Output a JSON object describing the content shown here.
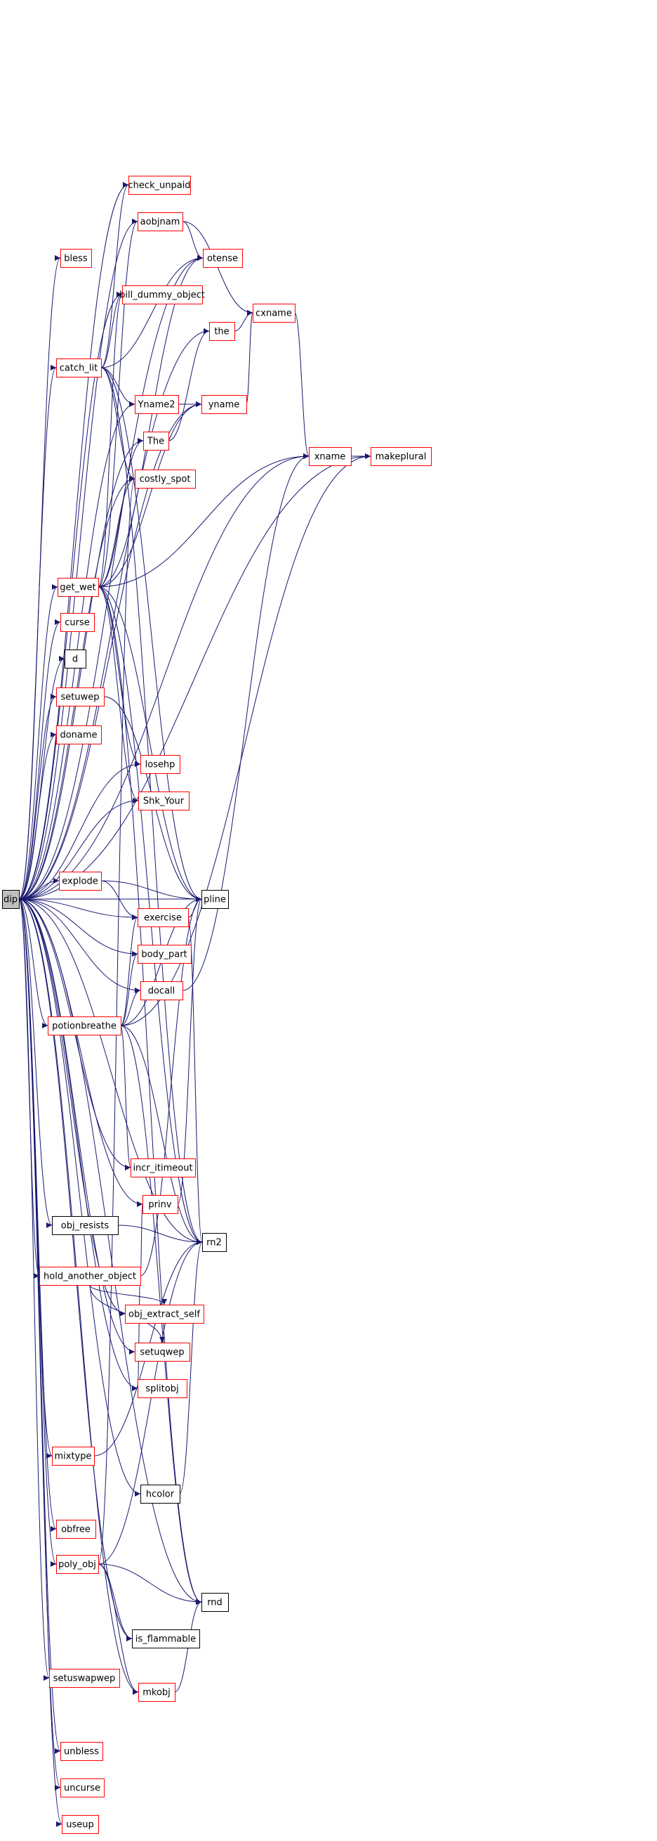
{
  "diagram": {
    "type": "call-graph",
    "colors": {
      "edge": "#191970",
      "node_border_linked": "#ff0000",
      "node_border_plain": "#000000",
      "root_fill": "#bfbfbf",
      "node_fill": "#ffffff"
    },
    "nodes": [
      {
        "id": "dip",
        "label": "dip",
        "style": "root"
      },
      {
        "id": "check_unpaid",
        "label": "check_unpaid",
        "style": "red"
      },
      {
        "id": "aobjnam",
        "label": "aobjnam",
        "style": "red"
      },
      {
        "id": "bless",
        "label": "bless",
        "style": "red"
      },
      {
        "id": "otense",
        "label": "otense",
        "style": "red"
      },
      {
        "id": "bill_dummy_object",
        "label": "bill_dummy_object",
        "style": "red"
      },
      {
        "id": "cxname",
        "label": "cxname",
        "style": "red"
      },
      {
        "id": "the",
        "label": "the",
        "style": "red"
      },
      {
        "id": "catch_lit",
        "label": "catch_lit",
        "style": "red"
      },
      {
        "id": "Yname2",
        "label": "Yname2",
        "style": "red"
      },
      {
        "id": "yname",
        "label": "yname",
        "style": "red"
      },
      {
        "id": "The",
        "label": "The",
        "style": "red"
      },
      {
        "id": "xname",
        "label": "xname",
        "style": "red"
      },
      {
        "id": "makeplural",
        "label": "makeplural",
        "style": "red"
      },
      {
        "id": "costly_spot",
        "label": "costly_spot",
        "style": "red"
      },
      {
        "id": "get_wet",
        "label": "get_wet",
        "style": "red"
      },
      {
        "id": "curse",
        "label": "curse",
        "style": "red"
      },
      {
        "id": "d",
        "label": "d",
        "style": "black"
      },
      {
        "id": "setuwep",
        "label": "setuwep",
        "style": "red"
      },
      {
        "id": "doname",
        "label": "doname",
        "style": "red"
      },
      {
        "id": "losehp",
        "label": "losehp",
        "style": "red"
      },
      {
        "id": "Shk_Your",
        "label": "Shk_Your",
        "style": "red"
      },
      {
        "id": "explode",
        "label": "explode",
        "style": "red"
      },
      {
        "id": "pline",
        "label": "pline",
        "style": "black"
      },
      {
        "id": "exercise",
        "label": "exercise",
        "style": "red"
      },
      {
        "id": "body_part",
        "label": "body_part",
        "style": "red"
      },
      {
        "id": "docall",
        "label": "docall",
        "style": "red"
      },
      {
        "id": "potionbreathe",
        "label": "potionbreathe",
        "style": "red"
      },
      {
        "id": "incr_itimeout",
        "label": "incr_itimeout",
        "style": "red"
      },
      {
        "id": "prinv",
        "label": "prinv",
        "style": "red"
      },
      {
        "id": "obj_resists",
        "label": "obj_resists",
        "style": "black"
      },
      {
        "id": "rn2",
        "label": "rn2",
        "style": "black"
      },
      {
        "id": "hold_another_object",
        "label": "hold_another_object",
        "style": "red"
      },
      {
        "id": "obj_extract_self",
        "label": "obj_extract_self",
        "style": "red"
      },
      {
        "id": "setuqwep",
        "label": "setuqwep",
        "style": "red"
      },
      {
        "id": "splitobj",
        "label": "splitobj",
        "style": "red"
      },
      {
        "id": "mixtype",
        "label": "mixtype",
        "style": "red"
      },
      {
        "id": "hcolor",
        "label": "hcolor",
        "style": "black"
      },
      {
        "id": "obfree",
        "label": "obfree",
        "style": "red"
      },
      {
        "id": "poly_obj",
        "label": "poly_obj",
        "style": "red"
      },
      {
        "id": "rnd",
        "label": "rnd",
        "style": "black"
      },
      {
        "id": "is_flammable",
        "label": "is_flammable",
        "style": "black"
      },
      {
        "id": "setuswapwep",
        "label": "setuswapwep",
        "style": "red"
      },
      {
        "id": "mkobj",
        "label": "mkobj",
        "style": "red"
      },
      {
        "id": "unbless",
        "label": "unbless",
        "style": "red"
      },
      {
        "id": "uncurse",
        "label": "uncurse",
        "style": "red"
      },
      {
        "id": "useup",
        "label": "useup",
        "style": "red"
      }
    ],
    "edges": [
      [
        "dip",
        "makeplural"
      ],
      [
        "dip",
        "xname"
      ],
      [
        "dip",
        "otense"
      ],
      [
        "dip",
        "the"
      ],
      [
        "dip",
        "check_unpaid"
      ],
      [
        "dip",
        "aobjnam"
      ],
      [
        "dip",
        "bless"
      ],
      [
        "dip",
        "bill_dummy_object"
      ],
      [
        "dip",
        "catch_lit"
      ],
      [
        "dip",
        "Yname2"
      ],
      [
        "dip",
        "The"
      ],
      [
        "dip",
        "yname"
      ],
      [
        "dip",
        "costly_spot"
      ],
      [
        "dip",
        "get_wet"
      ],
      [
        "dip",
        "curse"
      ],
      [
        "dip",
        "d"
      ],
      [
        "dip",
        "setuwep"
      ],
      [
        "dip",
        "doname"
      ],
      [
        "dip",
        "losehp"
      ],
      [
        "dip",
        "Shk_Your"
      ],
      [
        "dip",
        "explode"
      ],
      [
        "dip",
        "pline"
      ],
      [
        "dip",
        "exercise"
      ],
      [
        "dip",
        "body_part"
      ],
      [
        "dip",
        "docall"
      ],
      [
        "dip",
        "potionbreathe"
      ],
      [
        "dip",
        "incr_itimeout"
      ],
      [
        "dip",
        "prinv"
      ],
      [
        "dip",
        "obj_resists"
      ],
      [
        "dip",
        "hold_another_object"
      ],
      [
        "dip",
        "obj_extract_self"
      ],
      [
        "dip",
        "setuqwep"
      ],
      [
        "dip",
        "splitobj"
      ],
      [
        "dip",
        "rn2"
      ],
      [
        "dip",
        "mixtype"
      ],
      [
        "dip",
        "hcolor"
      ],
      [
        "dip",
        "obfree"
      ],
      [
        "dip",
        "poly_obj"
      ],
      [
        "dip",
        "is_flammable"
      ],
      [
        "dip",
        "setuswapwep"
      ],
      [
        "dip",
        "mkobj"
      ],
      [
        "dip",
        "rnd"
      ],
      [
        "dip",
        "unbless"
      ],
      [
        "dip",
        "uncurse"
      ],
      [
        "dip",
        "useup"
      ],
      [
        "aobjnam",
        "otense"
      ],
      [
        "aobjnam",
        "cxname"
      ],
      [
        "cxname",
        "xname"
      ],
      [
        "xname",
        "makeplural"
      ],
      [
        "the",
        "cxname"
      ],
      [
        "yname",
        "cxname"
      ],
      [
        "Yname2",
        "yname"
      ],
      [
        "The",
        "the"
      ],
      [
        "catch_lit",
        "check_unpaid"
      ],
      [
        "catch_lit",
        "bill_dummy_object"
      ],
      [
        "catch_lit",
        "otense"
      ],
      [
        "catch_lit",
        "Yname2"
      ],
      [
        "catch_lit",
        "costly_spot"
      ],
      [
        "catch_lit",
        "pline"
      ],
      [
        "catch_lit",
        "rn2"
      ],
      [
        "get_wet",
        "aobjnam"
      ],
      [
        "get_wet",
        "bill_dummy_object"
      ],
      [
        "get_wet",
        "The"
      ],
      [
        "get_wet",
        "costly_spot"
      ],
      [
        "get_wet",
        "yname"
      ],
      [
        "get_wet",
        "xname"
      ],
      [
        "get_wet",
        "losehp"
      ],
      [
        "get_wet",
        "Shk_Your"
      ],
      [
        "get_wet",
        "pline"
      ],
      [
        "get_wet",
        "rn2"
      ],
      [
        "get_wet",
        "rnd"
      ],
      [
        "get_wet",
        "otense"
      ],
      [
        "setuwep",
        "pline"
      ],
      [
        "explode",
        "pline"
      ],
      [
        "explode",
        "exercise"
      ],
      [
        "exercise",
        "pline"
      ],
      [
        "exercise",
        "rn2"
      ],
      [
        "docall",
        "xname"
      ],
      [
        "potionbreathe",
        "exercise"
      ],
      [
        "potionbreathe",
        "body_part"
      ],
      [
        "potionbreathe",
        "docall"
      ],
      [
        "potionbreathe",
        "pline"
      ],
      [
        "potionbreathe",
        "makeplural"
      ],
      [
        "potionbreathe",
        "incr_itimeout"
      ],
      [
        "potionbreathe",
        "rn2"
      ],
      [
        "potionbreathe",
        "rnd"
      ],
      [
        "prinv",
        "pline"
      ],
      [
        "obj_resists",
        "rn2"
      ],
      [
        "hold_another_object",
        "prinv"
      ],
      [
        "hold_another_object",
        "pline"
      ],
      [
        "hold_another_object",
        "obj_extract_self"
      ],
      [
        "hold_another_object",
        "setuqwep"
      ],
      [
        "hold_another_object",
        "splitobj"
      ],
      [
        "mixtype",
        "rn2"
      ],
      [
        "hcolor",
        "rn2"
      ],
      [
        "poly_obj",
        "costly_spot"
      ],
      [
        "poly_obj",
        "rn2"
      ],
      [
        "poly_obj",
        "rnd"
      ],
      [
        "poly_obj",
        "is_flammable"
      ],
      [
        "poly_obj",
        "mkobj"
      ],
      [
        "mkobj",
        "rnd"
      ]
    ]
  }
}
